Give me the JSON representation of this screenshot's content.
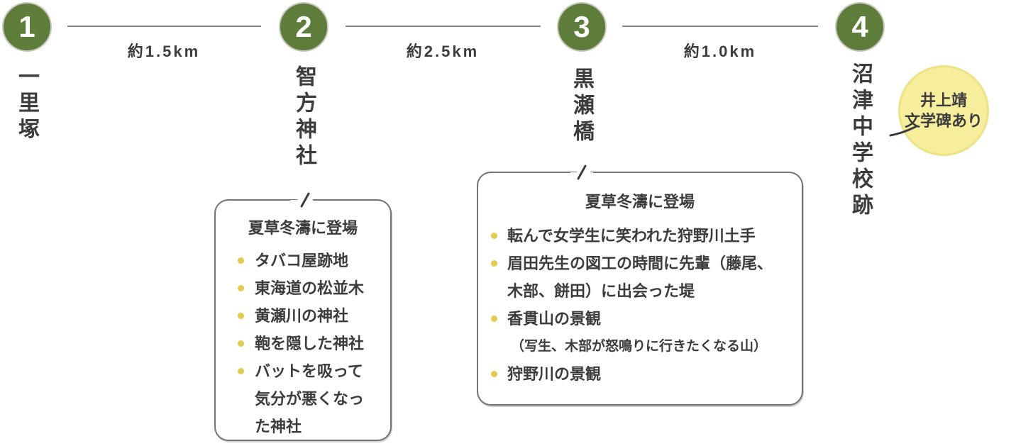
{
  "stops": [
    {
      "number": "1",
      "name": "一里塚"
    },
    {
      "number": "2",
      "name": "智方神社"
    },
    {
      "number": "3",
      "name": "黒瀬橋"
    },
    {
      "number": "4",
      "name": "沼津中学校跡"
    }
  ],
  "segments": [
    {
      "distance": "約1.5km"
    },
    {
      "distance": "約2.5km"
    },
    {
      "distance": "約1.0km"
    }
  ],
  "note_bubble": {
    "line1": "井上靖",
    "line2": "文学碑あり"
  },
  "callouts": [
    {
      "title": "夏草冬濤に登場",
      "items": [
        {
          "text": "タバコ屋跡地"
        },
        {
          "text": "東海道の松並木"
        },
        {
          "text": "黄瀬川の神社"
        },
        {
          "text": "鞄を隠した神社"
        },
        {
          "text": "バットを吸って気分が悪くなった神社"
        }
      ]
    },
    {
      "title": "夏草冬濤に登場",
      "items": [
        {
          "text": "転んで女学生に笑われた狩野川土手"
        },
        {
          "text": "眉田先生の図工の時間に先輩（藤尾、木部、餅田）に出会った堤"
        },
        {
          "text": "香貫山の景観",
          "note": "（写生、木部が怒鳴りに行きたくなる山）"
        },
        {
          "text": "狩野川の景観"
        }
      ]
    }
  ],
  "colors": {
    "stop_green": "#5e7d3b",
    "note_yellow": "#f7ee9d",
    "bullet_yellow": "#e2cb4f",
    "text_dark": "#3c3c3c",
    "connector_gray": "#8c8a86",
    "callout_border": "#767471"
  }
}
